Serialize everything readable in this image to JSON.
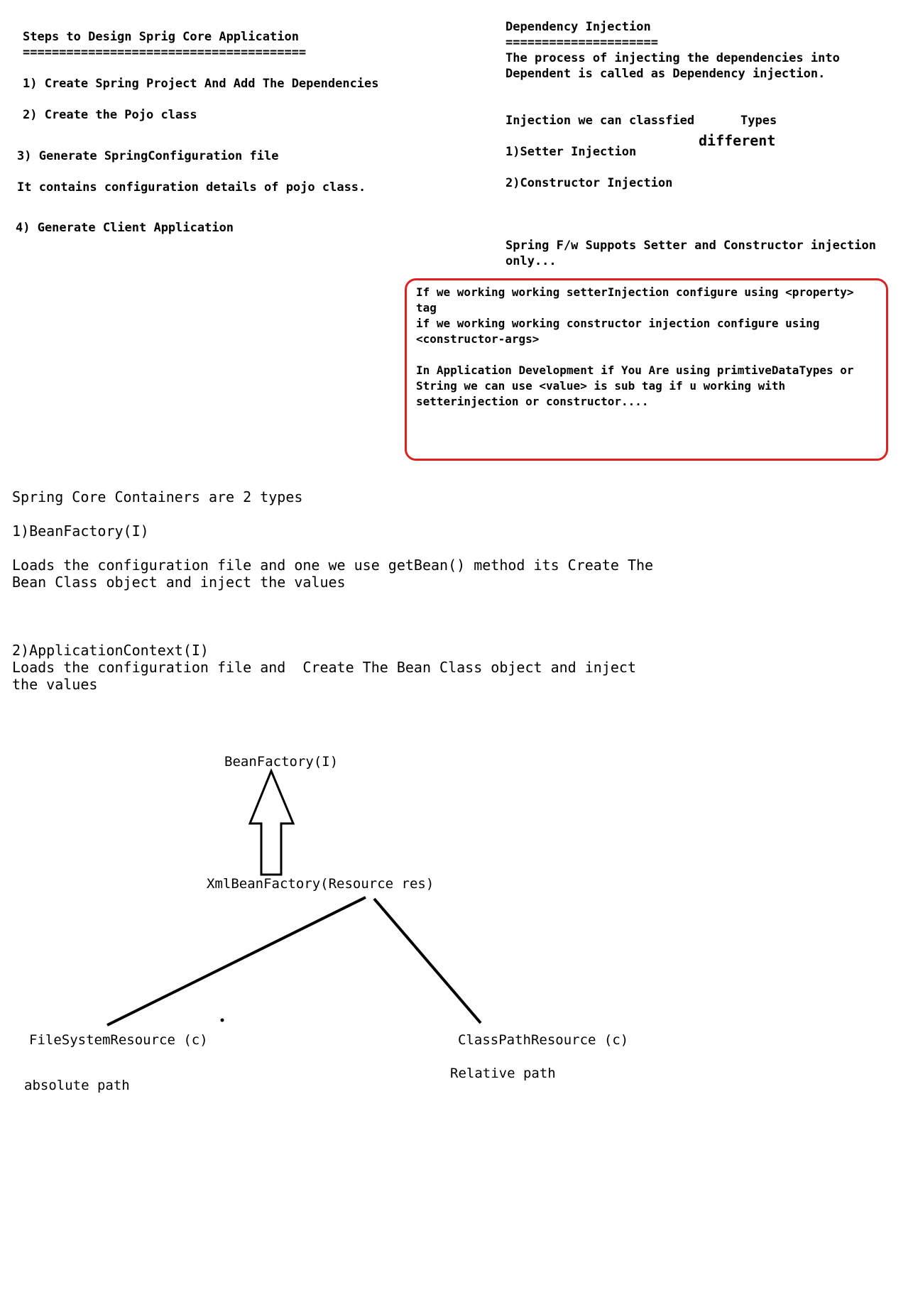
{
  "left_steps": {
    "title": "Steps to Design Sprig Core Application",
    "underline": "=======================================",
    "step1": "1) Create Spring Project And Add The Dependencies",
    "step2": "2) Create the Pojo class",
    "step3": "3) Generate SpringConfiguration file",
    "step3_note": "It contains configuration details of pojo class.",
    "step4": "4) Generate Client Application"
  },
  "dependency_injection": {
    "title": "Dependency Injection",
    "underline": "=====================",
    "line1": "The process of injecting the dependencies into",
    "line2": "Dependent is called as Dependency injection.",
    "classified": "Injection we can classfied",
    "types": "Types",
    "different": "different",
    "type1": "1)Setter Injection",
    "type2": "2)Constructor Injection",
    "supports_line1": "Spring F/w Suppots Setter and Constructor injection",
    "supports_line2": "only..."
  },
  "note_box": {
    "line1": "If we working working setterInjection configure using <property>",
    "line2": "tag",
    "line3": "if we working working constructor injection configure using",
    "line4": "<constructor-args>",
    "line5": "In Application Development if You Are using primtiveDataTypes or",
    "line6": "String we can use <value> is sub tag if u working with",
    "line7": "setterinjection or constructor...."
  },
  "containers": {
    "title": "Spring Core Containers are 2 types",
    "bf_title": "1)BeanFactory(I)",
    "bf_line1": "Loads the configuration file and one we use getBean() method its Create The",
    "bf_line2": "Bean Class object and inject the values",
    "ac_title": "2)ApplicationContext(I)",
    "ac_line1": "Loads the configuration file and  Create The Bean Class object and inject",
    "ac_line2": "the values"
  },
  "diagram": {
    "top": "BeanFactory(I)",
    "middle": "XmlBeanFactory(Resource res)",
    "left": "FileSystemResource (c)",
    "left_note": "absolute path",
    "right": "ClassPathResource (c)",
    "right_note": "Relative path"
  }
}
